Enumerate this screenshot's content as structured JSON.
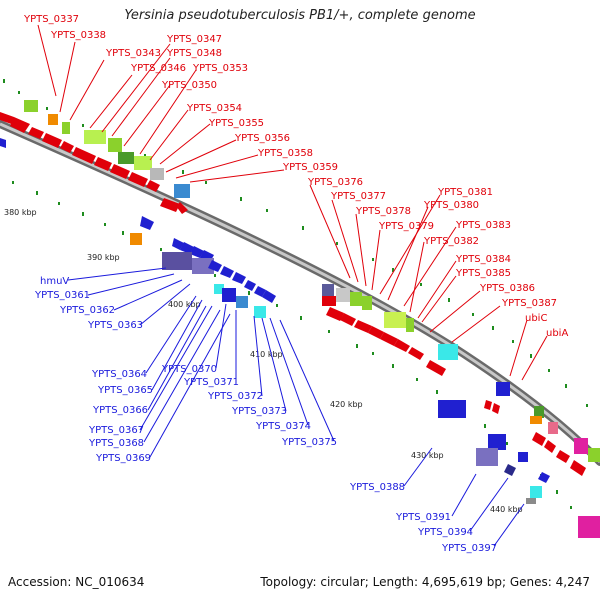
{
  "title": "Yersinia pseudotuberculosis PB1/+, complete genome",
  "footer": {
    "accession": "Accession: NC_010634",
    "summary": "Topology: circular; Length: 4,695,619 bp; Genes: 4,247"
  },
  "colors": {
    "forward_label": "#e0000a",
    "reverse_label": "#1a1adc",
    "backbone": "#8a8a8a",
    "tick": "#1e8c1e"
  },
  "kbp_marks": [
    "380 kbp",
    "390 kbp",
    "400 kbp",
    "410 kbp",
    "420 kbp",
    "430 kbp",
    "440 kbp"
  ],
  "forward_labels": [
    "YPTS_0337",
    "YPTS_0338",
    "YPTS_0343",
    "YPTS_0346",
    "YPTS_0347",
    "YPTS_0348",
    "YPTS_0350",
    "YPTS_0353",
    "YPTS_0354",
    "YPTS_0355",
    "YPTS_0356",
    "YPTS_0358",
    "YPTS_0359",
    "YPTS_0376",
    "YPTS_0377",
    "YPTS_0378",
    "YPTS_0379",
    "YPTS_0381",
    "YPTS_0380",
    "YPTS_0383",
    "YPTS_0382",
    "YPTS_0384",
    "YPTS_0385",
    "YPTS_0386",
    "YPTS_0387",
    "ubiC",
    "ubiA"
  ],
  "reverse_labels": [
    "hmuV",
    "YPTS_0361",
    "YPTS_0362",
    "YPTS_0363",
    "YPTS_0364",
    "YPTS_0370",
    "YPTS_0365",
    "YPTS_0371",
    "YPTS_0366",
    "YPTS_0372",
    "YPTS_0367",
    "YPTS_0373",
    "YPTS_0368",
    "YPTS_0374",
    "YPTS_0369",
    "YPTS_0375",
    "YPTS_0388",
    "YPTS_0391",
    "YPTS_0394",
    "YPTS_0397"
  ]
}
